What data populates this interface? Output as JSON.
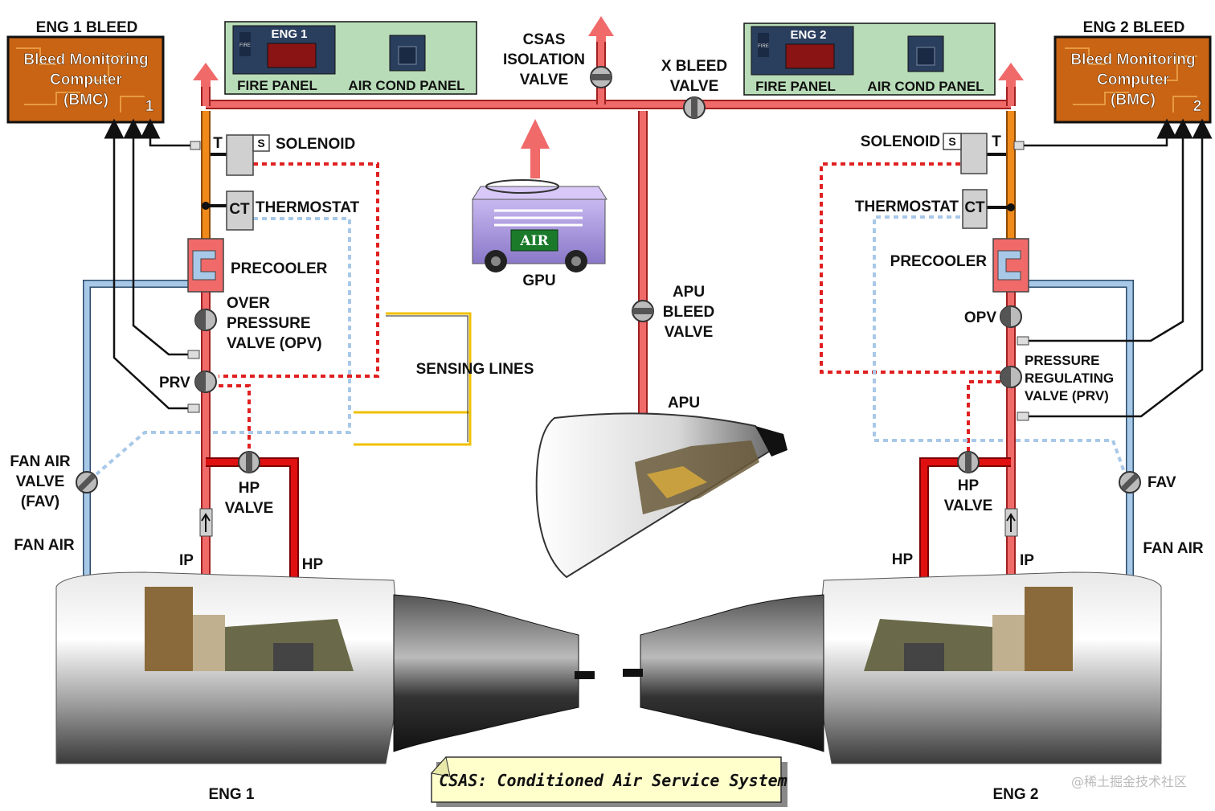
{
  "bmc_left": {
    "header": "ENG 1 BLEED",
    "lines": [
      "Bleed Monitoring",
      "Computer",
      "(BMC)"
    ],
    "number": "1"
  },
  "bmc_right": {
    "header": "ENG 2 BLEED",
    "lines": [
      "Bleed Monitoring",
      "Computer",
      "(BMC)"
    ],
    "number": "2"
  },
  "panel_left": {
    "eng_label": "ENG 1",
    "fire_panel": "FIRE PANEL",
    "air_cond_panel": "AIR COND PANEL"
  },
  "panel_right": {
    "eng_label": "ENG 2",
    "fire_panel": "FIRE PANEL",
    "air_cond_panel": "AIR COND PANEL"
  },
  "labels": {
    "csas_valve": [
      "CSAS",
      "ISOLATION",
      "VALVE"
    ],
    "x_bleed_valve": [
      "X BLEED",
      "VALVE"
    ],
    "gpu": "GPU",
    "gpu_sign": "AIR",
    "apu_bleed_valve": [
      "APU",
      "BLEED",
      "VALVE"
    ],
    "apu": "APU",
    "sensing_lines": "SENSING LINES",
    "left": {
      "t": "T",
      "s": "S",
      "solenoid": "SOLENOID",
      "ct": "CT",
      "thermostat": "THERMOSTAT",
      "precooler": "PRECOOLER",
      "opv": [
        "OVER",
        "PRESSURE",
        "VALVE (OPV)"
      ],
      "prv": "PRV",
      "hp_valve": [
        "HP",
        "VALVE"
      ],
      "fav": [
        "FAN AIR",
        "VALVE",
        "(FAV)"
      ],
      "fan_air": "FAN AIR",
      "ip": "IP",
      "hp": "HP",
      "engine": "ENG 1"
    },
    "right": {
      "t": "T",
      "s": "S",
      "solenoid": "SOLENOID",
      "ct": "CT",
      "thermostat": "THERMOSTAT",
      "precooler": "PRECOOLER",
      "opv": "OPV",
      "prv": [
        "PRESSURE",
        "REGULATING",
        "VALVE (PRV)"
      ],
      "hp_valve": [
        "HP",
        "VALVE"
      ],
      "fav": "FAV",
      "fan_air": "FAN AIR",
      "ip": "IP",
      "hp": "HP",
      "engine": "ENG 2"
    }
  },
  "note": "CSAS: Conditioned Air Service System",
  "watermark": "@稀土掘金技术社区",
  "colors": {
    "bleed_duct": "#f06a6a",
    "hp_duct": "#e01010",
    "precooled_duct": "#f08a1a",
    "fan_air_duct": "#a8c8e8",
    "bmc_box": "#c86414",
    "panel_bg": "#b8dcb8",
    "solenoid_sense": "#e02020",
    "thermostat_sense": "#a8c8e8",
    "sensing_lines": "#f0c000"
  }
}
